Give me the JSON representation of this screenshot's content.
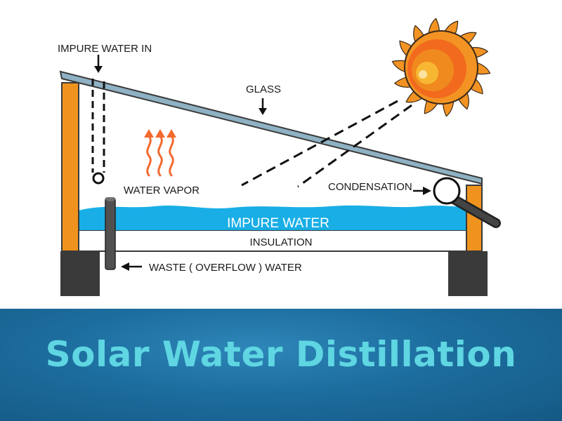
{
  "labels": {
    "impure_water_in": "IMPURE WATER IN",
    "glass": "GLASS",
    "water_vapor": "WATER VAPOR",
    "condensation": "CONDENSATION",
    "impure_water": "IMPURE WATER",
    "insulation": "INSULATION",
    "waste_water": "WASTE ( OVERFLOW ) WATER"
  },
  "banner": {
    "title": "Solar Water Distillation"
  },
  "colors": {
    "post": "#f0931e",
    "base": "#3a3a3a",
    "glass": "#7fa3b6",
    "water": "#19aee6",
    "vapor": "#f26a2e",
    "sun": "#f39323",
    "banner": "#1c6d9e",
    "title": "#5fd6e2"
  }
}
